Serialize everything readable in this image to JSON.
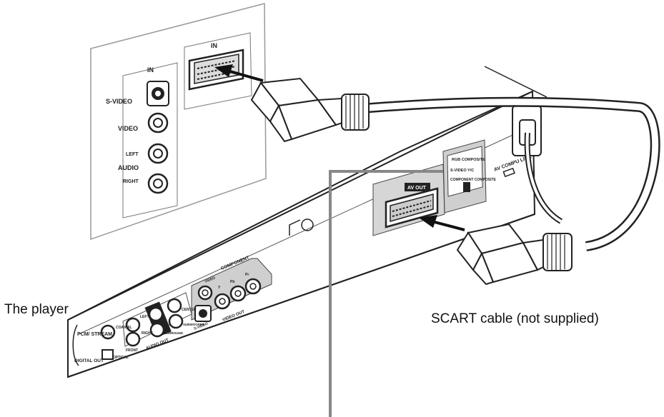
{
  "captions": {
    "player": "The player",
    "cable": "SCART cable (not supplied)"
  },
  "tv_panel": {
    "in_top": "IN",
    "in_scart": "IN",
    "s_video": "S-VIDEO",
    "video": "VIDEO",
    "left": "LEFT",
    "audio": "AUDIO",
    "right": "RIGHT"
  },
  "player_panel": {
    "av_out": "AV OUT",
    "switch_1": "RGB COMPOSITE",
    "switch_2": "S-VIDEO Y/C",
    "switch_3": "COMPONENT COMPOSITE",
    "av_compu_link": "AV COMPU LINK",
    "component": "COMPONENT",
    "video_out": "VIDEO OUT",
    "s_video": "S-VIDEO",
    "video": "VIDEO",
    "y": "Y",
    "pb": "Pb",
    "pr": "Pr",
    "left": "LEFT",
    "right": "RIGHT",
    "front": "FRONT",
    "surround": "SURROUND",
    "center": "CENTER",
    "subwoofer": "SUBWOOFER",
    "audio_out": "AUDIO OUT",
    "coaxial": "COAXIAL",
    "optical": "OPTICAL",
    "pcm_stream": "PCM/ STREAM",
    "digital_out": "DIGITAL OUT"
  }
}
